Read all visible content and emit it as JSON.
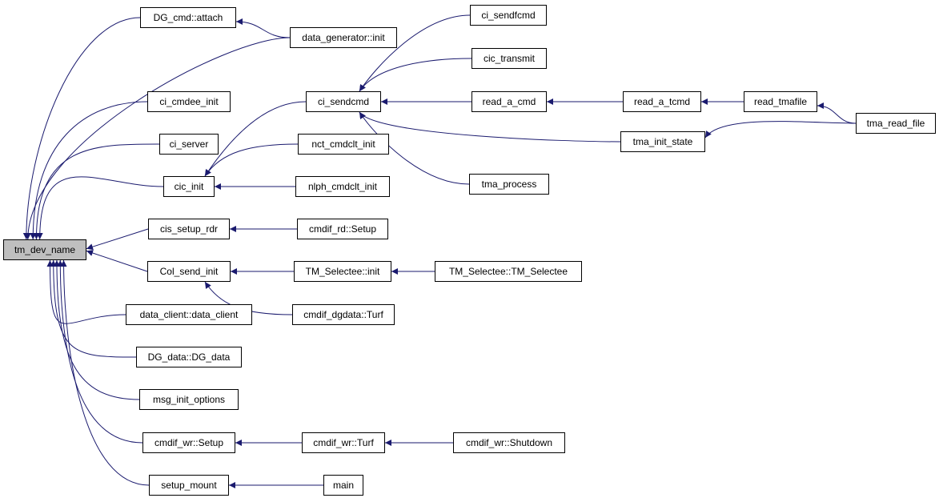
{
  "graph": {
    "edge_color": "#1a1a6e",
    "root_fill": "#bfbfbf",
    "nodes": {
      "tm_dev_name": "tm_dev_name",
      "dg_attach": "DG_cmd::attach",
      "datagen_init": "data_generator::init",
      "ci_cmdee_init": "ci_cmdee_init",
      "ci_server": "ci_server",
      "cic_init": "cic_init",
      "cis_setup_rdr": "cis_setup_rdr",
      "col_send_init": "Col_send_init",
      "data_client": "data_client::data_client",
      "dg_data": "DG_data::DG_data",
      "msg_init_options": "msg_init_options",
      "cmdif_wr_setup": "cmdif_wr::Setup",
      "setup_mount": "setup_mount",
      "ci_sendcmd": "ci_sendcmd",
      "nct_cmdclt_init": "nct_cmdclt_init",
      "nlph_cmdclt_init": "nlph_cmdclt_init",
      "cmdif_rd_setup": "cmdif_rd::Setup",
      "tm_selectee_init": "TM_Selectee::init",
      "cmdif_dgdata_turf": "cmdif_dgdata::Turf",
      "cmdif_wr_turf": "cmdif_wr::Turf",
      "main": "main",
      "ci_sendfcmd": "ci_sendfcmd",
      "cic_transmit": "cic_transmit",
      "read_a_cmd": "read_a_cmd",
      "tma_process": "tma_process",
      "tm_selectee_ctor": "TM_Selectee::TM_Selectee",
      "cmdif_wr_shutdown": "cmdif_wr::Shutdown",
      "read_a_tcmd": "read_a_tcmd",
      "tma_init_state": "tma_init_state",
      "read_tmafile": "read_tmafile",
      "tma_read_file": "tma_read_file"
    },
    "edges": [
      [
        "dg_attach",
        "tm_dev_name"
      ],
      [
        "datagen_init",
        "tm_dev_name"
      ],
      [
        "datagen_init",
        "dg_attach"
      ],
      [
        "ci_cmdee_init",
        "tm_dev_name"
      ],
      [
        "ci_server",
        "tm_dev_name"
      ],
      [
        "cic_init",
        "tm_dev_name"
      ],
      [
        "cis_setup_rdr",
        "tm_dev_name"
      ],
      [
        "col_send_init",
        "tm_dev_name"
      ],
      [
        "data_client",
        "tm_dev_name"
      ],
      [
        "dg_data",
        "tm_dev_name"
      ],
      [
        "msg_init_options",
        "tm_dev_name"
      ],
      [
        "cmdif_wr_setup",
        "tm_dev_name"
      ],
      [
        "setup_mount",
        "tm_dev_name"
      ],
      [
        "ci_sendcmd",
        "cic_init"
      ],
      [
        "nct_cmdclt_init",
        "cic_init"
      ],
      [
        "nlph_cmdclt_init",
        "cic_init"
      ],
      [
        "cmdif_rd_setup",
        "cis_setup_rdr"
      ],
      [
        "tm_selectee_init",
        "col_send_init"
      ],
      [
        "cmdif_dgdata_turf",
        "col_send_init"
      ],
      [
        "cmdif_wr_turf",
        "cmdif_wr_setup"
      ],
      [
        "main",
        "setup_mount"
      ],
      [
        "ci_sendfcmd",
        "ci_sendcmd"
      ],
      [
        "cic_transmit",
        "ci_sendcmd"
      ],
      [
        "read_a_cmd",
        "ci_sendcmd"
      ],
      [
        "tma_init_state",
        "ci_sendcmd"
      ],
      [
        "tma_process",
        "ci_sendcmd"
      ],
      [
        "tm_selectee_ctor",
        "tm_selectee_init"
      ],
      [
        "cmdif_wr_shutdown",
        "cmdif_wr_turf"
      ],
      [
        "read_a_tcmd",
        "read_a_cmd"
      ],
      [
        "read_tmafile",
        "read_a_tcmd"
      ],
      [
        "tma_read_file",
        "read_tmafile"
      ],
      [
        "tma_read_file",
        "tma_init_state"
      ]
    ]
  }
}
